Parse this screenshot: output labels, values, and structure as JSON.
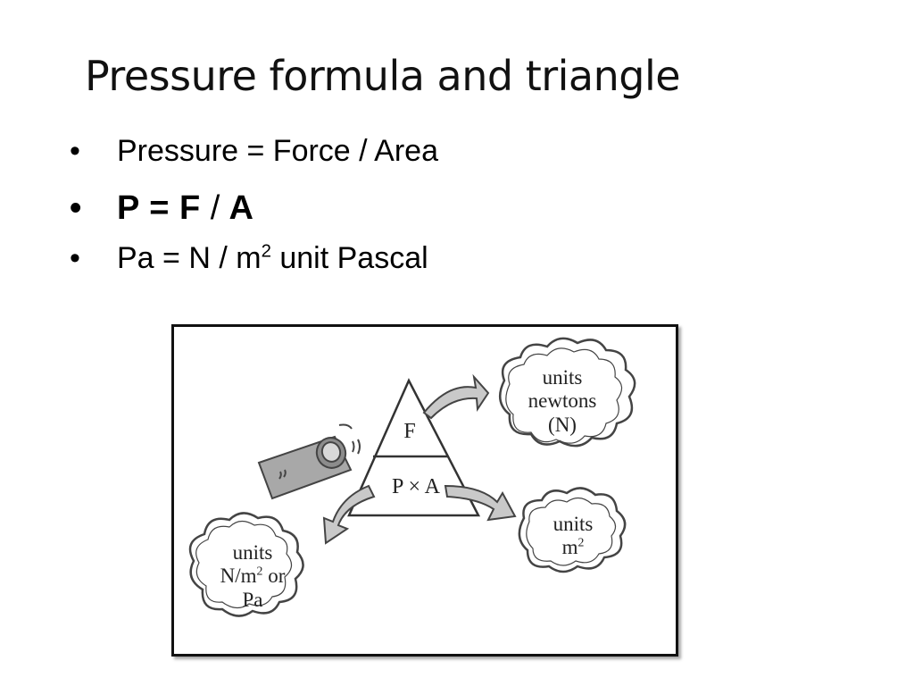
{
  "title": "Pressure formula and triangle",
  "bullets": {
    "b1": "Pressure = Force / Area",
    "b2_left": "P = F ",
    "b2_slash": "/",
    "b2_right": " A",
    "b3_main": "Pa = N / m",
    "b3_sup": "2",
    "b3_rest": "  unit Pascal",
    "marker": "•"
  },
  "diagram": {
    "triangle_top": "F",
    "triangle_bottom": "P × A",
    "cloud_force": [
      "units",
      "newtons",
      "(N)"
    ],
    "cloud_area_line1": "units",
    "cloud_area_line2": "m",
    "cloud_area_sup": "2",
    "cloud_pressure_line1": "units",
    "cloud_pressure_line2a": "N/m",
    "cloud_pressure_sup": "2",
    "cloud_pressure_line2b": " or",
    "cloud_pressure_line3": "Pa"
  },
  "colors": {
    "arrow_fill": "#c9c9c9",
    "stroke": "#333333",
    "finger": "#a8a8a8"
  },
  "icons": {
    "finger": "finger-pressing-icon"
  }
}
